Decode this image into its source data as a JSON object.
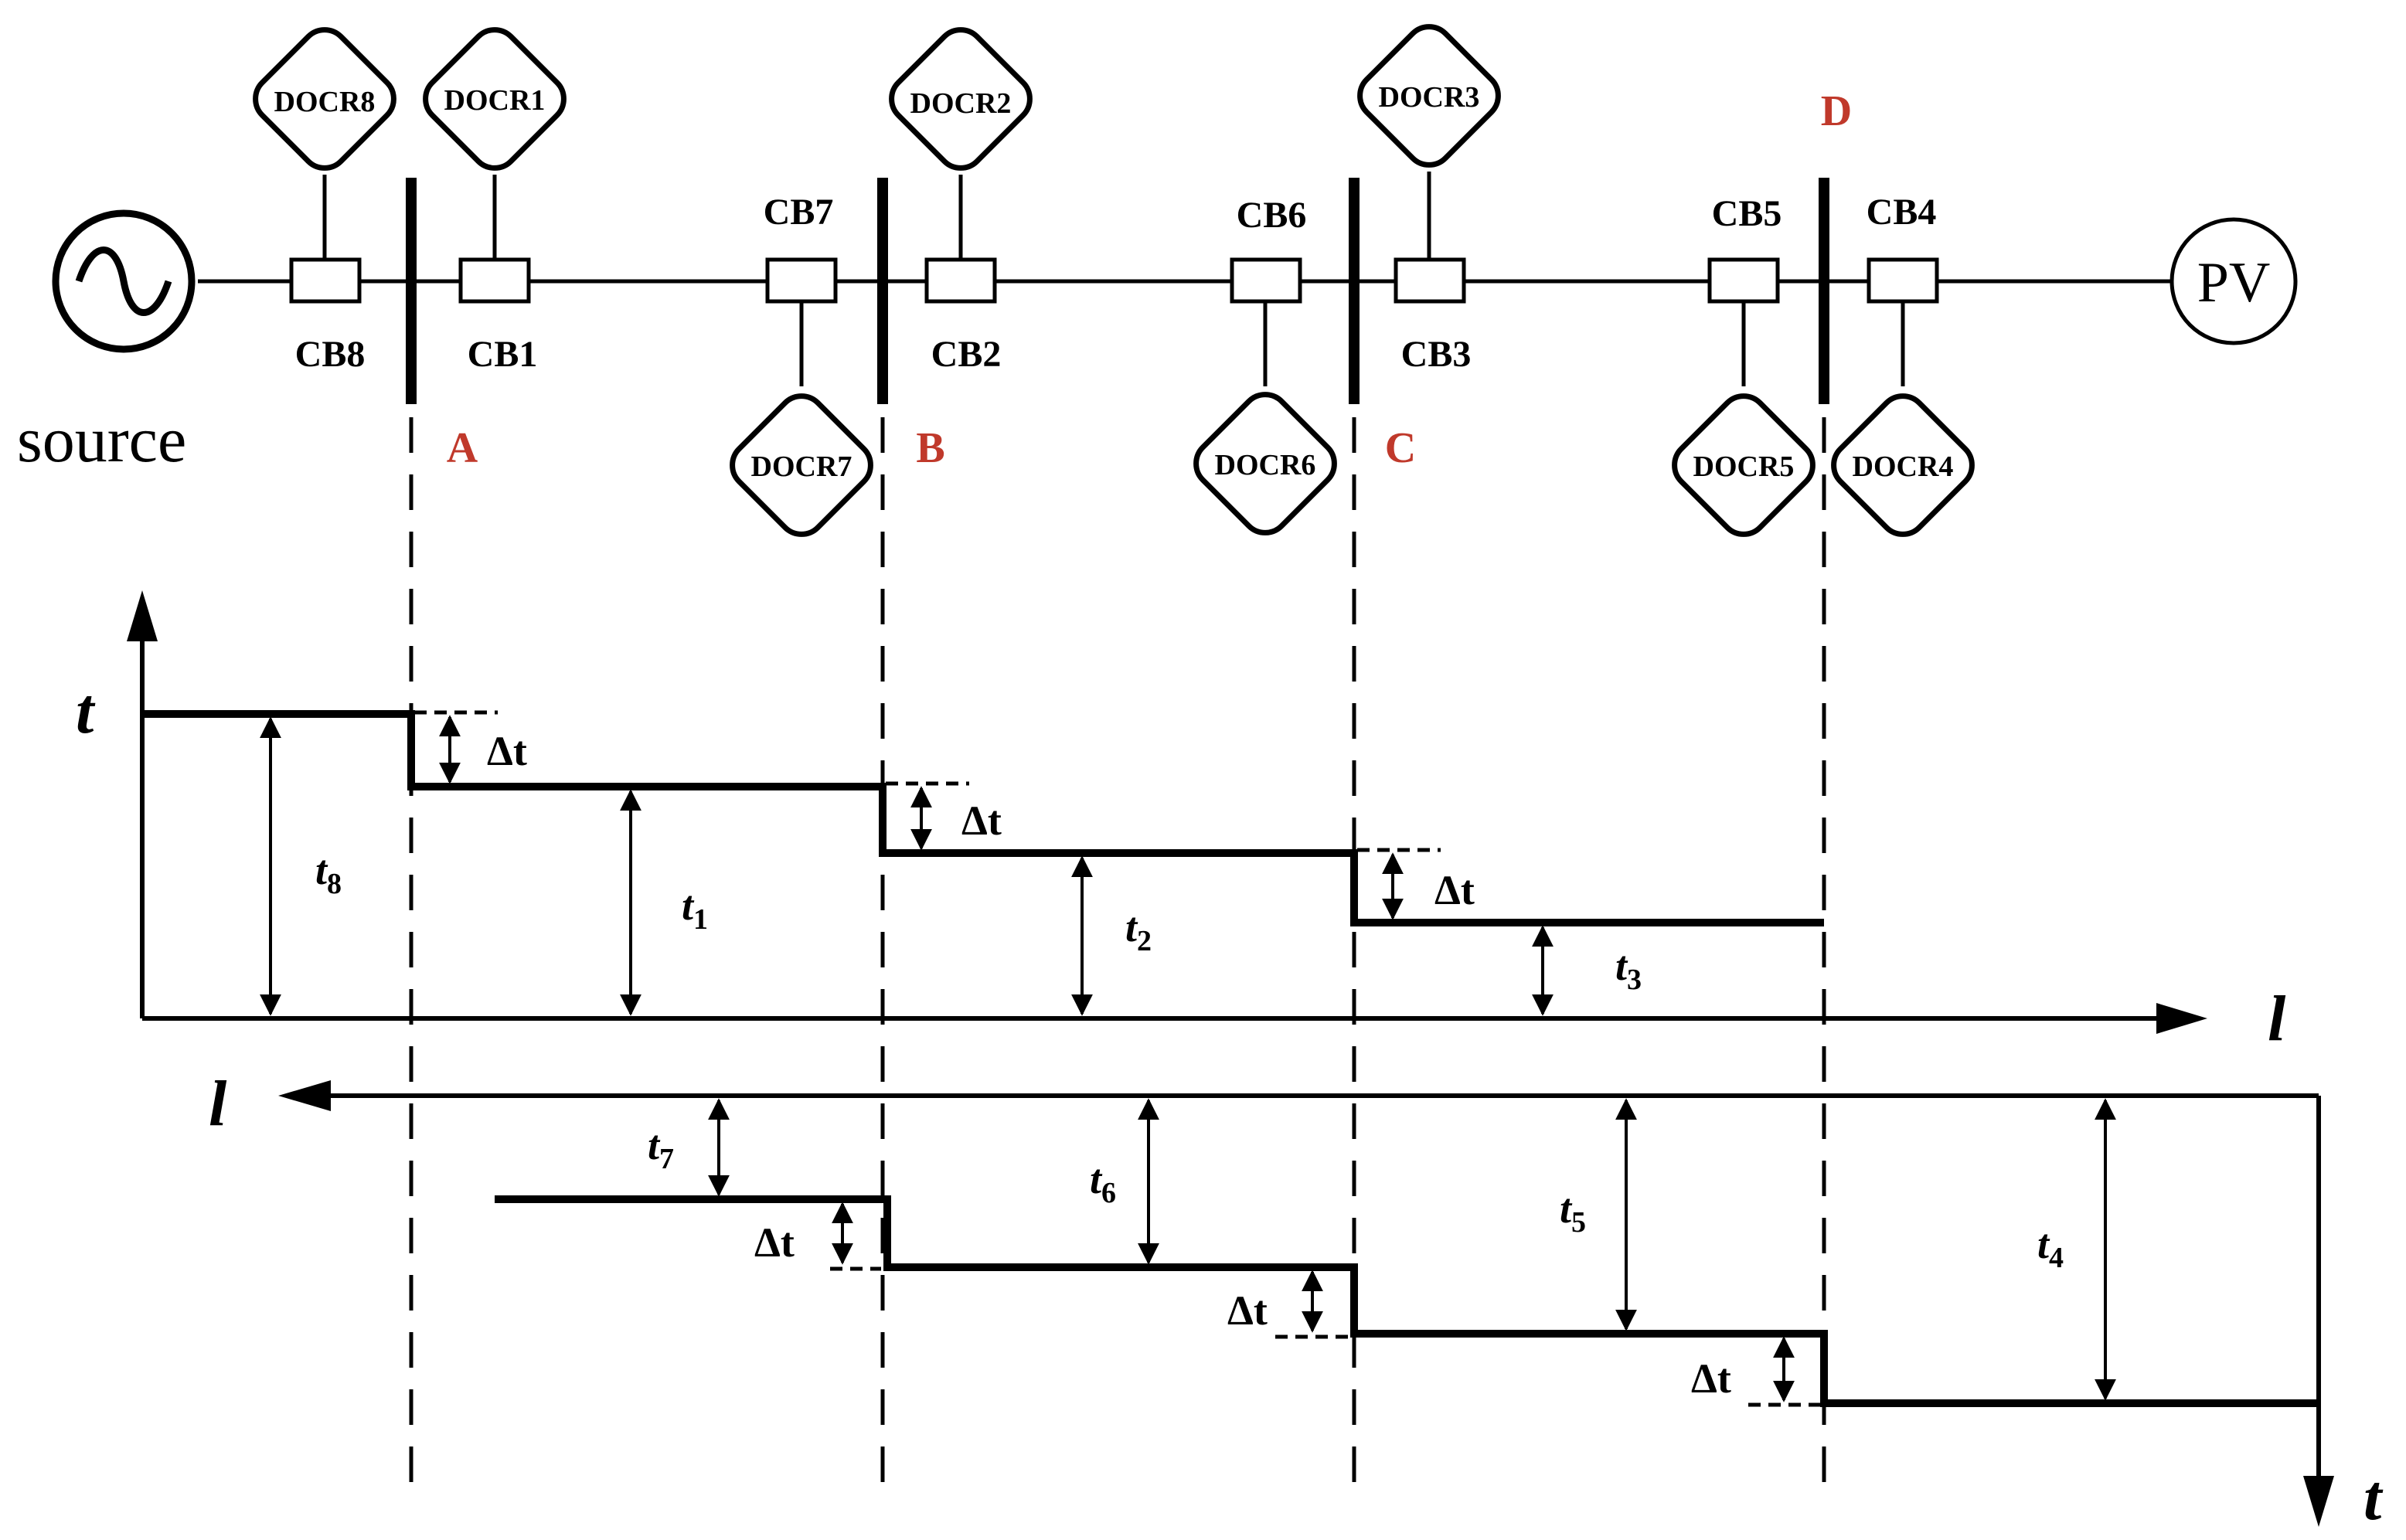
{
  "network": {
    "source_label": "source",
    "pv_label": "PV",
    "buses": [
      {
        "name": "A"
      },
      {
        "name": "B"
      },
      {
        "name": "C"
      },
      {
        "name": "D"
      }
    ],
    "breakers": [
      "CB8",
      "CB1",
      "CB7",
      "CB2",
      "CB6",
      "CB3",
      "CB5",
      "CB4"
    ],
    "relays": [
      "DOCR8",
      "DOCR1",
      "DOCR2",
      "DOCR7",
      "DOCR3",
      "DOCR6",
      "DOCR5",
      "DOCR4"
    ]
  },
  "forward_graph": {
    "y_axis_label": "t",
    "x_axis_label": "l",
    "time_labels": [
      {
        "base": "t",
        "sub": "8"
      },
      {
        "base": "t",
        "sub": "1"
      },
      {
        "base": "t",
        "sub": "2"
      },
      {
        "base": "t",
        "sub": "3"
      }
    ],
    "margin_label": "Δt"
  },
  "reverse_graph": {
    "y_axis_label": "t",
    "x_axis_label": "l",
    "time_labels": [
      {
        "base": "t",
        "sub": "7"
      },
      {
        "base": "t",
        "sub": "6"
      },
      {
        "base": "t",
        "sub": "5"
      },
      {
        "base": "t",
        "sub": "4"
      }
    ],
    "margin_label": "Δt"
  },
  "colors": {
    "line": "#000000",
    "bus_label": "#c0392b"
  }
}
